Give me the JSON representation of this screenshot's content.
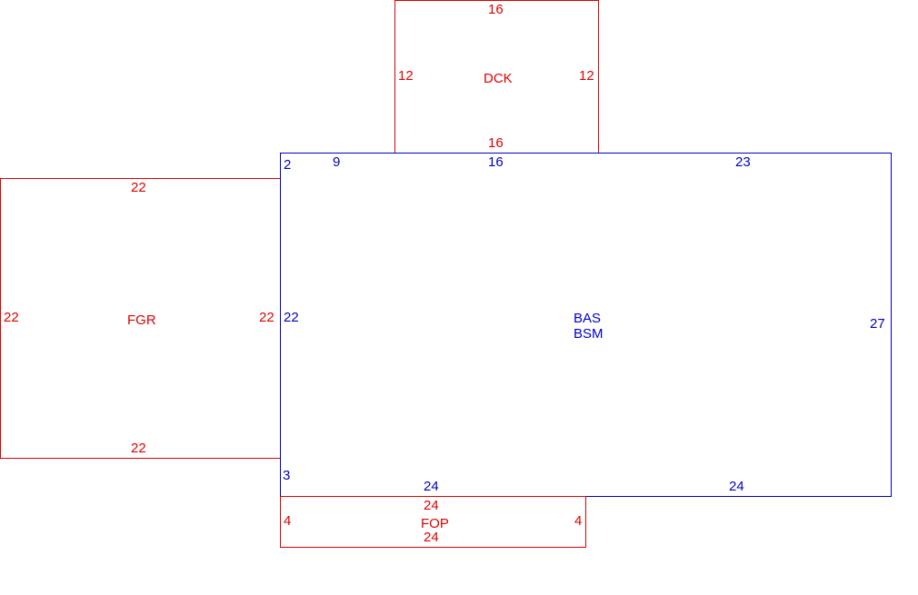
{
  "colors": {
    "red": "#e00000",
    "blue": "#0000c8",
    "background": "#ffffff"
  },
  "dck": {
    "name": "DCK",
    "top": "16",
    "bottom": "16",
    "left": "12",
    "right": "12"
  },
  "fgr": {
    "name": "FGR",
    "top": "22",
    "bottom": "22",
    "left": "22",
    "right": "22"
  },
  "bas": {
    "name_line1": "BAS",
    "name_line2": "BSM",
    "top_left_corner": "2",
    "top_seg_a": "9",
    "top_seg_b": "16",
    "top_seg_c": "23",
    "left_mid": "22",
    "left_bottom": "3",
    "right": "27",
    "bottom_a": "24",
    "bottom_b": "24"
  },
  "fop": {
    "name": "FOP",
    "top": "24",
    "bottom": "24",
    "left": "4",
    "right": "4"
  }
}
